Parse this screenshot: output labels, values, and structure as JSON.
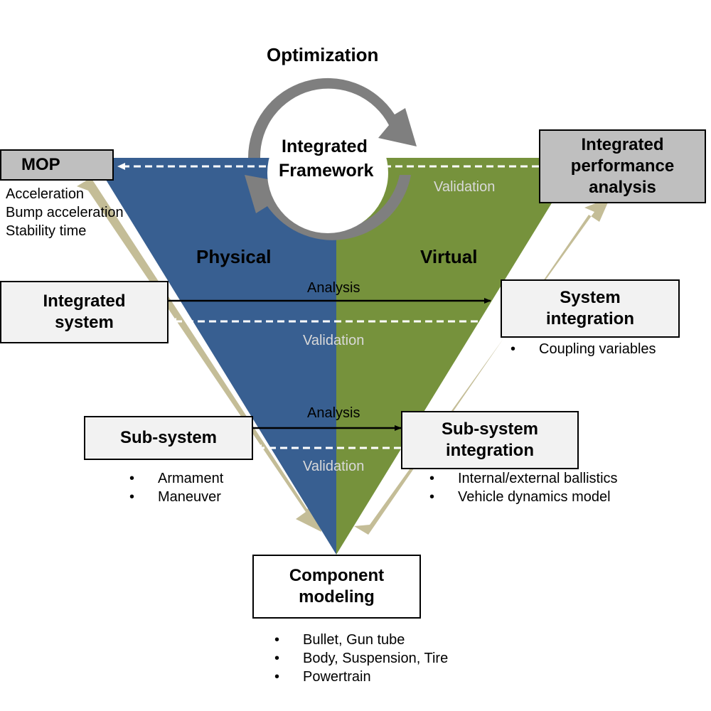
{
  "title": "Optimization",
  "center": {
    "line1": "Integrated",
    "line2": "Framework"
  },
  "sides": {
    "left": "Physical",
    "right": "Virtual"
  },
  "boxes": {
    "mop": "MOP",
    "integrated_perf": {
      "line1": "Integrated",
      "line2": "performance",
      "line3": "analysis"
    },
    "integrated_system": {
      "line1": "Integrated",
      "line2": "system"
    },
    "system_integration": {
      "line1": "System",
      "line2": "integration"
    },
    "sub_system": "Sub-system",
    "sub_system_integration": {
      "line1": "Sub-system",
      "line2": "integration"
    },
    "component_modeling": {
      "line1": "Component",
      "line2": "modeling"
    }
  },
  "mop_items": [
    "Acceleration",
    "Bump acceleration",
    "Stability time"
  ],
  "system_integration_items": [
    "Coupling variables"
  ],
  "sub_system_items": [
    "Armament",
    "Maneuver"
  ],
  "sub_system_integration_items": [
    "Internal/external ballistics",
    "Vehicle dynamics model"
  ],
  "component_items": [
    "Bullet, Gun tube",
    "Body, Suspension, Tire",
    "Powertrain"
  ],
  "edge_labels": {
    "validation_top": "Validation",
    "analysis_mid": "Analysis",
    "validation_mid": "Validation",
    "analysis_low": "Analysis",
    "validation_low": "Validation"
  },
  "colors": {
    "physical": "#385f91",
    "virtual": "#76923c",
    "side_arrow": "#c4bd97",
    "cycle_arrow": "#7f7f7f",
    "box_gray": "#bfbfbf",
    "box_light": "#f2f2f2"
  }
}
